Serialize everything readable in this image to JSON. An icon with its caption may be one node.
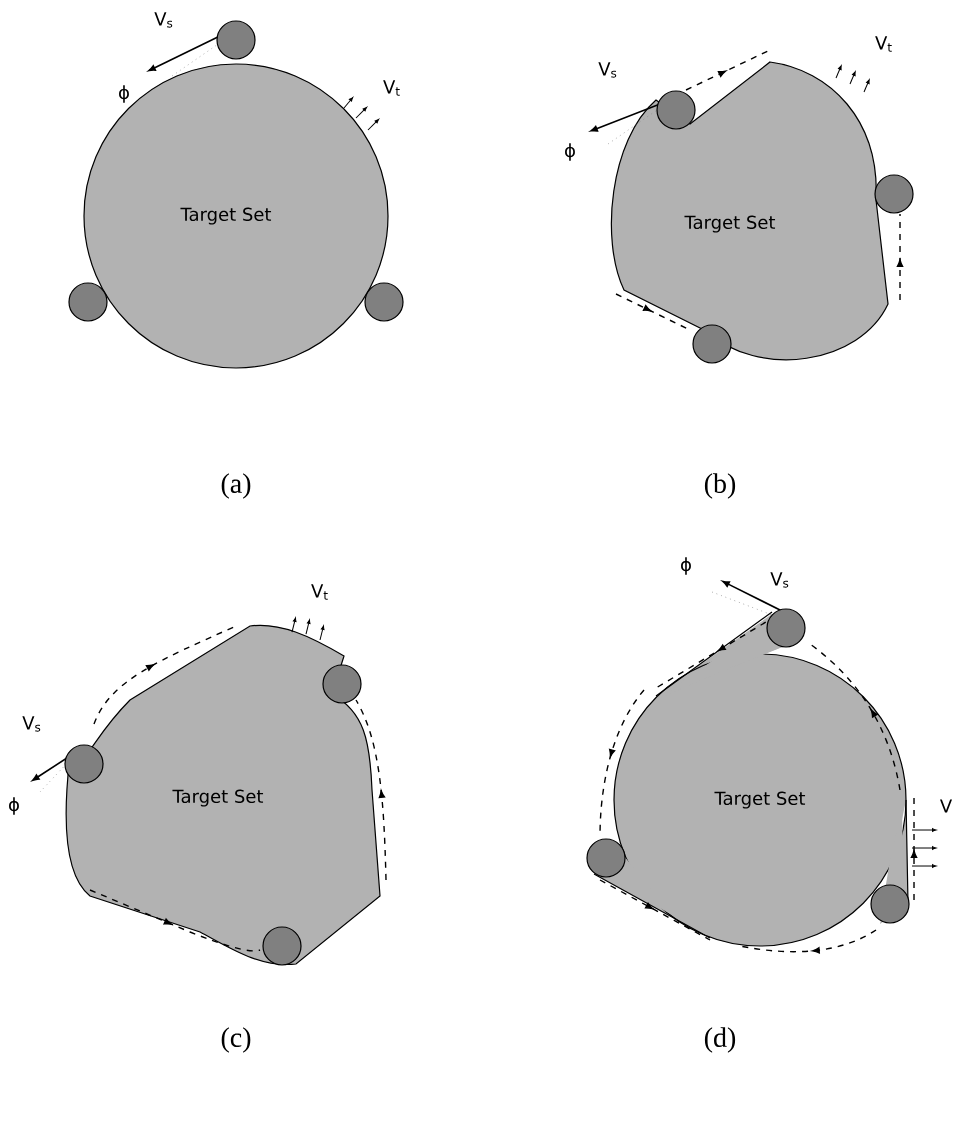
{
  "diagram": {
    "nodes": [
      {
        "text": [
          "Target Set"
        ]
      },
      {
        "text": [
          "Target Set"
        ]
      },
      {
        "text": [
          "Target Set"
        ]
      },
      {
        "text": [
          "Target Set"
        ]
      }
    ],
    "labels": [
      "V$_{s}$",
      "ϕ",
      "V$_{t}$",
      "(a)",
      "V$_{s}$",
      "ϕ",
      "V$_{t}$",
      "(b)",
      "V$_{t}$",
      "V$_{s}$",
      "ϕ",
      "(c)",
      "ϕ",
      "V$_{s}$",
      "V",
      "(d)"
    ]
  }
}
